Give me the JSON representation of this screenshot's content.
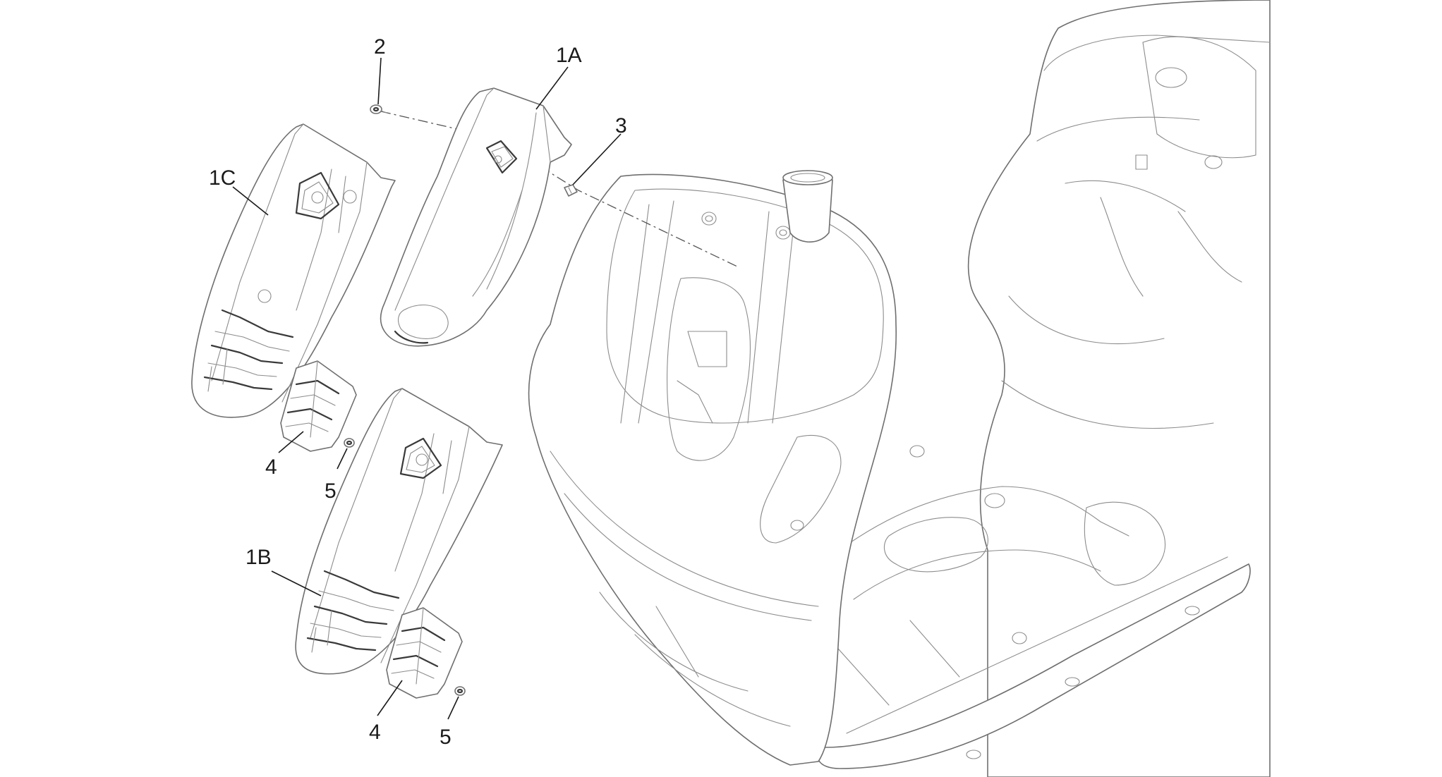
{
  "callouts": {
    "c2": "2",
    "c1a": "1A",
    "c3": "3",
    "c1c": "1C",
    "c4a": "4",
    "c5a": "5",
    "c1b": "1B",
    "c4b": "4",
    "c5b": "5"
  },
  "colors": {
    "line": "#6f6f6f",
    "label": "#1a1a1a",
    "background": "#ffffff"
  }
}
